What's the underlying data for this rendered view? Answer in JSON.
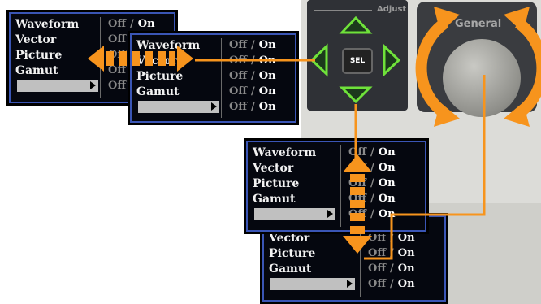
{
  "adjust_panel": {
    "label": "Adjust",
    "sel_label": "SEL"
  },
  "general_panel": {
    "label": "General"
  },
  "menus": [
    {
      "id": "menu-1",
      "items": [
        "Waveform",
        "Vector",
        "Picture",
        "Gamut"
      ],
      "off": "Off",
      "sep": "/",
      "on": "On"
    },
    {
      "id": "menu-2",
      "items": [
        "Waveform",
        "Vector",
        "Picture",
        "Gamut"
      ],
      "off": "Off",
      "sep": "/",
      "on": "On"
    },
    {
      "id": "menu-3",
      "items": [
        "Waveform",
        "Vector",
        "Picture",
        "Gamut"
      ],
      "off": "Off",
      "sep": "/",
      "on": "On"
    },
    {
      "id": "menu-4",
      "items": [
        "Vector",
        "Picture",
        "Gamut"
      ],
      "off": "Off",
      "sep": "/",
      "on": "On"
    }
  ],
  "colors": {
    "arrow": "#f7941d",
    "connector": "#f7941d",
    "arrow_button_glow": "#6fe23a",
    "menu_border": "#3a55b5"
  }
}
